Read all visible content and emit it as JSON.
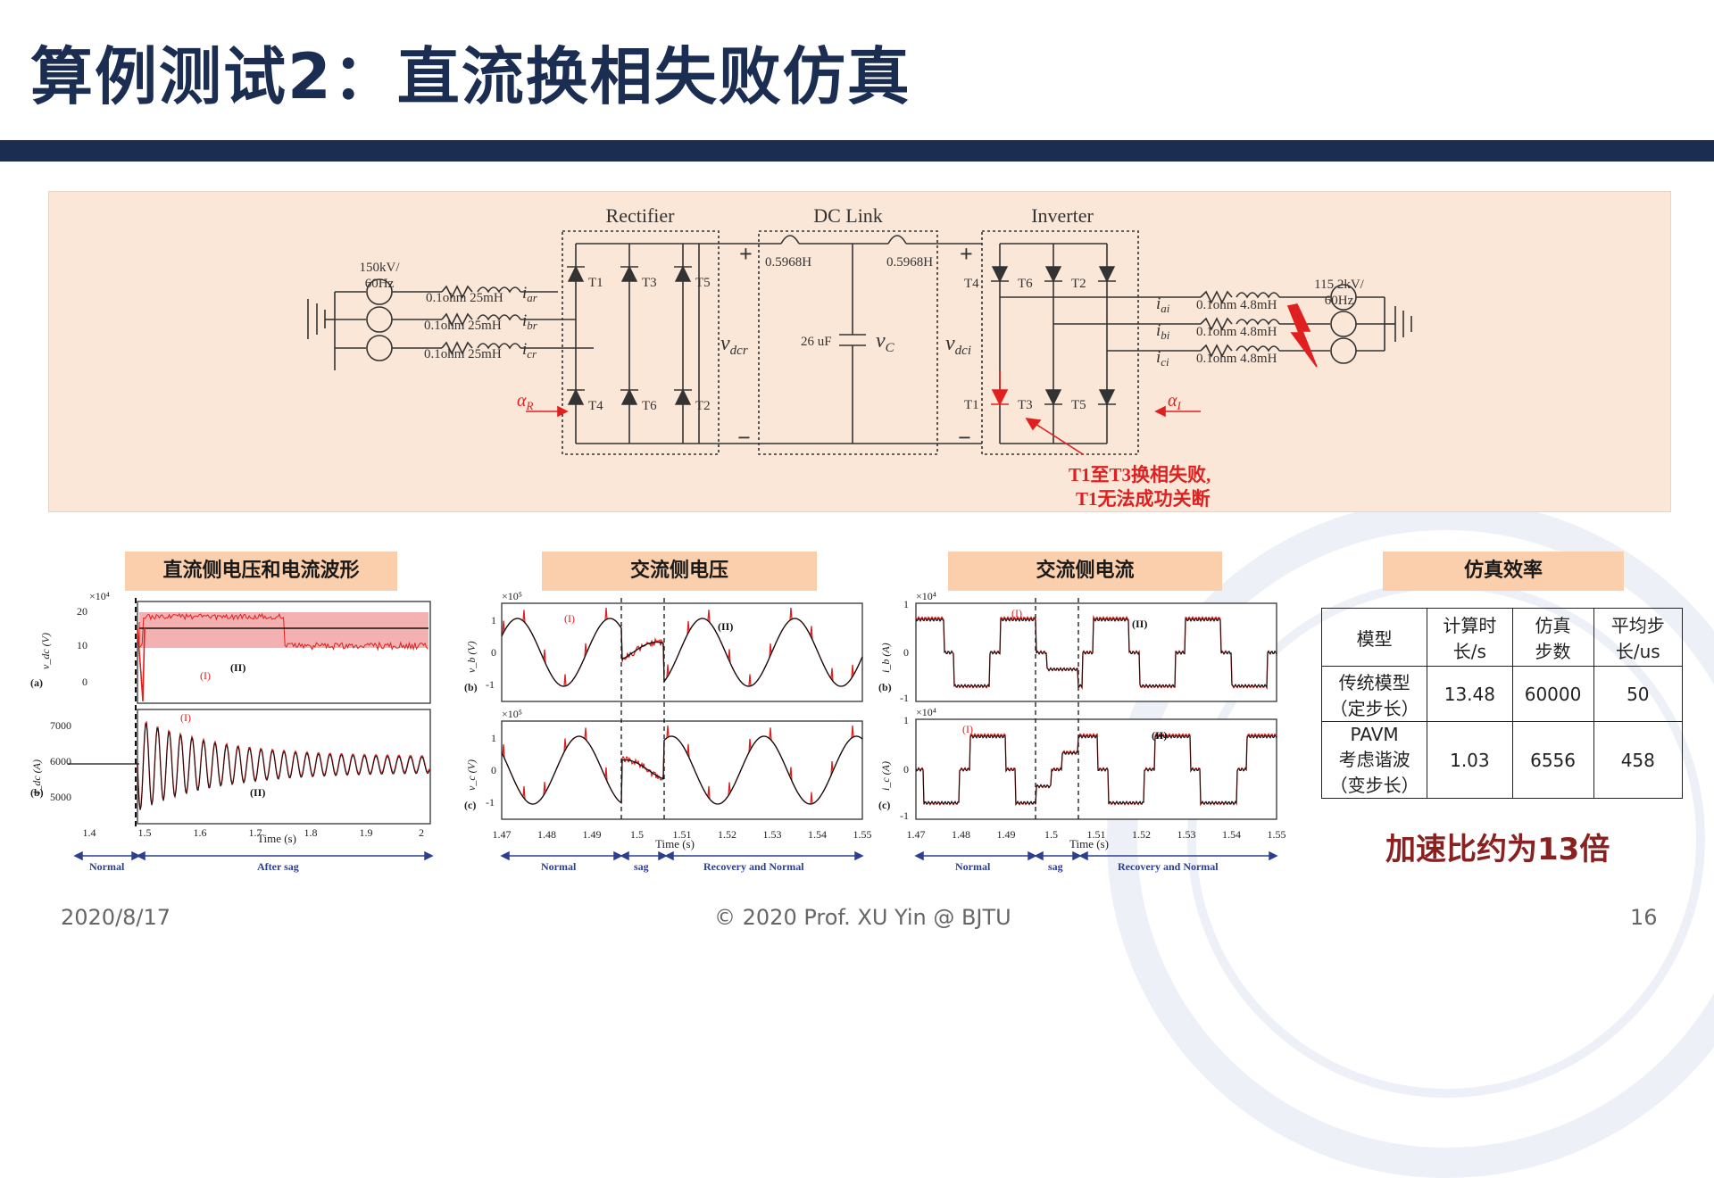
{
  "slide": {
    "title": "算例测试2：直流换相失败仿真",
    "date": "2020/8/17",
    "copyright": "© 2020 Prof. XU Yin @ BJTU",
    "page_number": "16"
  },
  "circuit": {
    "rectifier_label": "Rectifier",
    "dc_link_label": "DC Link",
    "inverter_label": "Inverter",
    "source_left": [
      "150kV/",
      "60Hz"
    ],
    "source_right": [
      "115.2kV/",
      "60Hz"
    ],
    "left_impedance": "0.1ohm 25mH",
    "right_impedance": "0.1ohm 4.8mH",
    "dc_inductor": "0.5968H",
    "capacitor": "26 uF",
    "vc_label": "v",
    "vc_sub": "C",
    "vdcr_label": "v",
    "vdcr_sub": "dcr",
    "vdci_label": "v",
    "vdci_sub": "dci",
    "current_left": [
      "i",
      "i",
      "i"
    ],
    "current_left_sub": [
      "ar",
      "br",
      "cr"
    ],
    "current_right": [
      "i",
      "i",
      "i"
    ],
    "current_right_sub": [
      "ai",
      "bi",
      "ci"
    ],
    "alpha_r": "α",
    "alpha_r_sub": "R",
    "alpha_i": "α",
    "alpha_i_sub": "I",
    "plus": "+",
    "minus": "−",
    "rect_top_thyristors": [
      "T1",
      "T3",
      "T5"
    ],
    "rect_bottom_thyristors": [
      "T4",
      "T6",
      "T2"
    ],
    "inv_top_thyristors": [
      "T4",
      "T6",
      "T2"
    ],
    "inv_bottom_thyristors": [
      "T1",
      "T3",
      "T5"
    ],
    "fault_note_1": "T1至T3换相失败,",
    "fault_note_2": "T1无法成功关断"
  },
  "sections": {
    "dc_waveform": "直流侧电压和电流波形",
    "ac_voltage": "交流侧电压",
    "ac_current": "交流侧电流",
    "efficiency": "仿真效率"
  },
  "plots": {
    "dc": {
      "panel_a_label": "(a)",
      "panel_b_label": "(b)",
      "ylabel_a": "v_dc (V)",
      "ylabel_b": "i_dc (A)",
      "scale_a": "×10⁴",
      "yticks_a": [
        "20",
        "10",
        "0"
      ],
      "yticks_b": [
        "7000",
        "6000",
        "5000"
      ],
      "xticks": [
        "1.4",
        "1.5",
        "1.6",
        "1.7",
        "1.8",
        "1.9",
        "2"
      ],
      "xlabel": "Time (s)",
      "mark_i": "(I)",
      "mark_ii": "(II)",
      "phase_labels": [
        "Normal",
        "After sag"
      ]
    },
    "acv": {
      "panel_b_label": "(b)",
      "panel_c_label": "(c)",
      "ylabel_b": "v_b (V)",
      "ylabel_c": "v_c (V)",
      "scale": "×10⁵",
      "yticks": [
        "1",
        "0",
        "-1"
      ],
      "xticks": [
        "1.47",
        "1.48",
        "1.49",
        "1.5",
        "1.51",
        "1.52",
        "1.53",
        "1.54",
        "1.55"
      ],
      "xlabel": "Time (s)",
      "mark_i": "(I)",
      "mark_ii": "(II)",
      "phase_labels": [
        "Normal",
        "sag",
        "Recovery and Normal"
      ]
    },
    "aci": {
      "panel_b_label": "(b)",
      "panel_c_label": "(c)",
      "ylabel_b": "i_b (A)",
      "ylabel_c": "i_c (A)",
      "scale": "×10⁴",
      "yticks": [
        "1",
        "0",
        "-1"
      ],
      "xticks": [
        "1.47",
        "1.48",
        "1.49",
        "1.5",
        "1.51",
        "1.52",
        "1.53",
        "1.54",
        "1.55"
      ],
      "xlabel": "Time (s)",
      "mark_i": "(I)",
      "mark_ii": "(II)",
      "phase_labels": [
        "Normal",
        "sag",
        "Recovery and Normal"
      ]
    }
  },
  "efficiency_table": {
    "headers": [
      "模型",
      "计算时|长/s",
      "仿真|步数",
      "平均步|长/us"
    ],
    "rows": [
      [
        "传统模型|（定步长）",
        "13.48",
        "60000",
        "50"
      ],
      [
        "PAVM|考虑谐波|（变步长）",
        "1.03",
        "6556",
        "458"
      ]
    ]
  },
  "speedup": "加速比约为13倍",
  "colors": {
    "navy": "#1b2e52",
    "peach_panel": "#fbe7d8",
    "header_orange": "#fbcfac",
    "fault_red": "#e02020",
    "speedup_red": "#8a2121",
    "phase_blue": "#2c3f8f"
  }
}
